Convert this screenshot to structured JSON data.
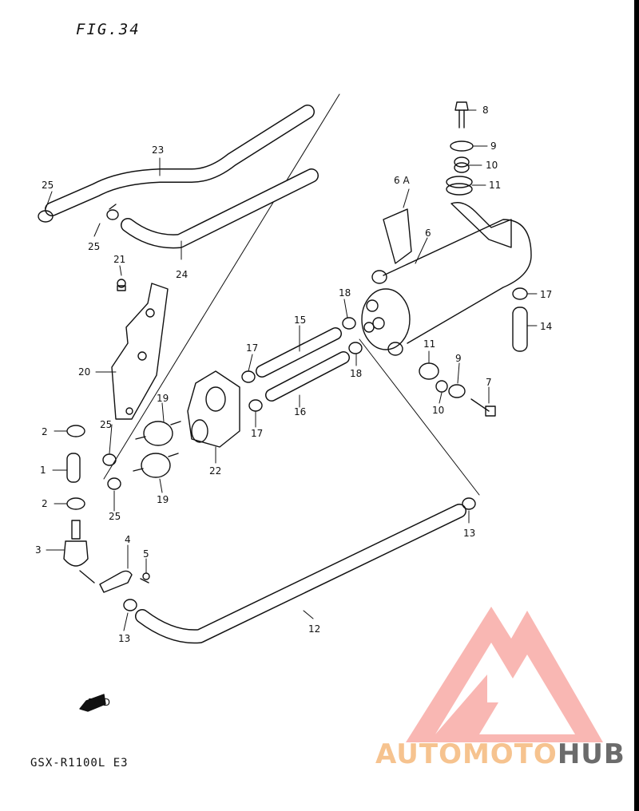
{
  "figure": {
    "title": "FIG.34",
    "model": "GSX-R1100L E3"
  },
  "watermark": {
    "brand_primary": "AUTOMOTO",
    "brand_secondary": "HUB",
    "accent": "#f26b5f"
  },
  "arrow_text": "FWD",
  "callouts": {
    "c1": "1",
    "c2a": "2",
    "c2b": "2",
    "c3": "3",
    "c4": "4",
    "c5": "5",
    "c6": "6",
    "c6a": "6 A",
    "c7": "7",
    "c8": "8",
    "c9a": "9",
    "c9b": "9",
    "c10a": "10",
    "c10b": "10",
    "c11a": "11",
    "c11b": "11",
    "c12": "12",
    "c13a": "13",
    "c13b": "13",
    "c14": "14",
    "c15": "15",
    "c16": "16",
    "c17a": "17",
    "c17b": "17",
    "c17c": "17",
    "c18a": "18",
    "c18b": "18",
    "c19a": "19",
    "c19b": "19",
    "c20": "20",
    "c21": "21",
    "c22": "22",
    "c23": "23",
    "c24": "24",
    "c25a": "25",
    "c25b": "25",
    "c25c": "25",
    "c25d": "25"
  }
}
